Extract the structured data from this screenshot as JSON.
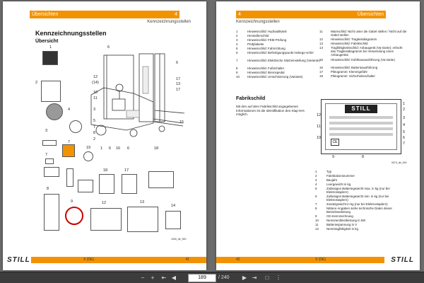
{
  "left_page": {
    "section_title": "Übersichten",
    "section_number": "4",
    "subsection": "Kennzeichnungsstellen",
    "heading": "Kennzeichnungsstellen",
    "subheading": "Übersicht",
    "footer_code": "X (DE)",
    "page_number": "41",
    "logo": "STILL",
    "callouts": [
      "6",
      "12",
      "(14)",
      "10",
      "11",
      "4",
      "3",
      "5",
      "7",
      "8",
      "2",
      "1",
      "6",
      "16",
      "6",
      "18",
      "17",
      "13",
      "17",
      "15",
      "6",
      "1",
      "2",
      "7",
      "7",
      "19",
      "18",
      "17",
      "8",
      "9",
      "12",
      "13",
      "14",
      "3"
    ],
    "drawing_ref": "1000_de_000"
  },
  "right_page": {
    "section_number": "4",
    "section_title": "Übersichten",
    "subsection": "Kennzeichnungsstellen",
    "legend_left": [
      {
        "n": "1",
        "d": "Hinweisschild: Hydrauliktank"
      },
      {
        "n": "2",
        "d": "Herstellerschild"
      },
      {
        "n": "3",
        "d": "Hinweisschild: FEM-Prüfung"
      },
      {
        "n": "4",
        "d": "Prüfplakette"
      },
      {
        "n": "5",
        "d": "Hinweisschild: Fahrrichtung"
      },
      {
        "n": "6",
        "d": "Hinweisschild: Befestigungspunkt Hebege-schirr"
      },
      {
        "n": "7",
        "d": "Hinweisschild: Elektrische Stützeinstellung (Variante)"
      },
      {
        "n": "8",
        "d": "Hinweisschild: Fußschalter"
      },
      {
        "n": "9",
        "d": "Hinweisschild: Bremspedal"
      },
      {
        "n": "10",
        "d": "Hinweisschild: Umschinierung (Variante)"
      }
    ],
    "legend_right": [
      {
        "n": "11",
        "d": "Warnschild: Nicht unter die Gabel stellen / Nicht auf die Gabel stellen"
      },
      {
        "n": "12",
        "d": "Hinweisschild: Tragleistdiagramm"
      },
      {
        "n": "13",
        "d": "Hinweisschild: Fabrikschild"
      },
      {
        "n": "14",
        "d": "Tragfähigkeitsschild: Anbaugerät (Va-riante); erlischt das Tragleistdiagramm bei Verwendung eines Anbaugeräts"
      },
      {
        "n": "15",
        "d": "Hinweisschild: Kühlhausausführung (Va-riante)"
      },
      {
        "n": "16",
        "d": "Hinweisschild: Batterieausführung"
      },
      {
        "n": "17",
        "d": "Piktogramm: Klemmgefahr"
      },
      {
        "n": "18",
        "d": "Piktogramm: Sicherheitsschalter"
      }
    ],
    "fab_heading": "Fabrikschild",
    "fab_text": "Mit den auf dem Fabrikschild angegebenen Informationen ist die Identifikation des Stap-lers möglich.",
    "plate_brand": "STILL",
    "plate_callouts": [
      "1",
      "2",
      "3",
      "4",
      "5",
      "6",
      "7",
      "12",
      "11",
      "10",
      "9",
      "8"
    ],
    "fab_legend": [
      {
        "n": "1",
        "d": "Typ"
      },
      {
        "n": "2",
        "d": "Fabrikationsnummer"
      },
      {
        "n": "3",
        "d": "Baujahr"
      },
      {
        "n": "4",
        "d": "Leergewicht in kg"
      },
      {
        "n": "5",
        "d": "Zulässiges Batteriegewicht max. in kg (nur bei Elektrostaplern)"
      },
      {
        "n": "6",
        "d": "Zulässiges Batteriegewicht min. in kg (nur bei Elektrostaplern)"
      },
      {
        "n": "7",
        "d": "Zusatzgewicht in kg (nur bei Elektrostaplern)"
      },
      {
        "n": "8",
        "d": "Nähere Angaben siehe technische Daten dieser Betriebsanleitung"
      },
      {
        "n": "9",
        "d": "CE-Kennzeichnung"
      },
      {
        "n": "10",
        "d": "Nenninentleistleistung in kW"
      },
      {
        "n": "11",
        "d": "Batteriespannung in V"
      },
      {
        "n": "12",
        "d": "Nenntragfähigkeit in kg"
      }
    ],
    "footer_code": "X (DE)",
    "page_number": "42",
    "logo": "STILL",
    "drawing_ref": "0074_de_000"
  },
  "toolbar": {
    "current_page": "189",
    "total_pages": "/ 240"
  },
  "colors": {
    "accent": "#f39200",
    "viewer_bg": "#6b6b6b",
    "toolbar_bg": "#3c3c3c"
  }
}
